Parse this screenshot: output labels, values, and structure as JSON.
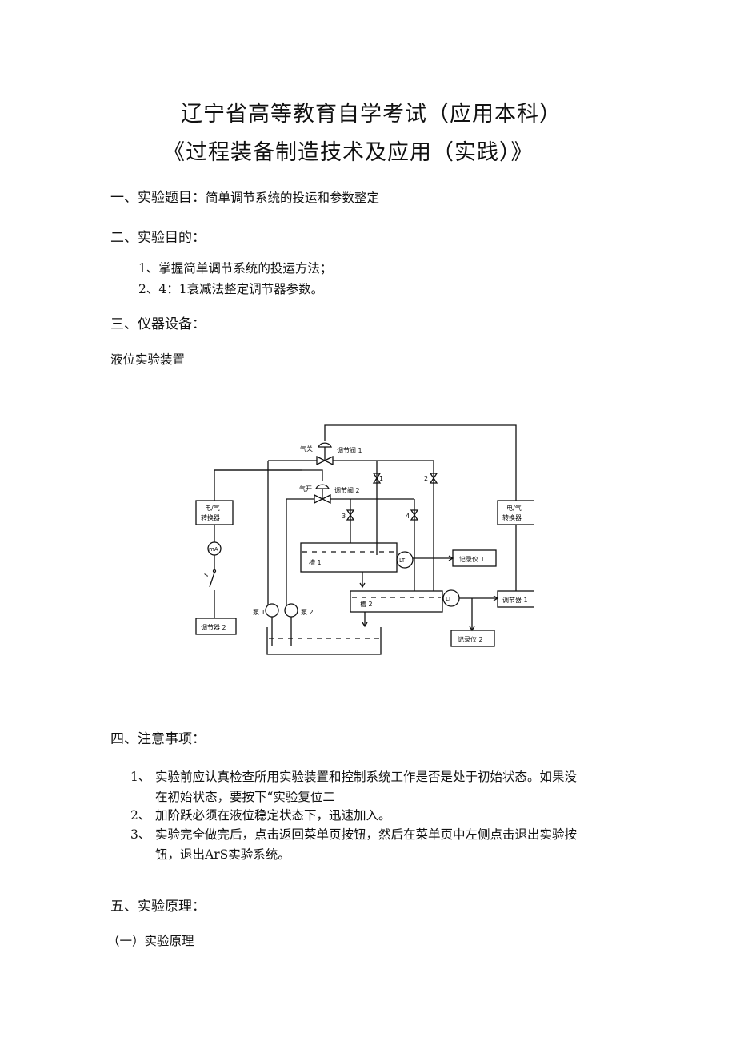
{
  "title_line1": "辽宁省高等教育自学考试（应用本科）",
  "title_line2": "《过程装备制造技术及应用（实践）》",
  "section1": {
    "label": "一、实验题目：",
    "text": "简单调节系统的投运和参数整定"
  },
  "section2": {
    "label": "二、实验目的：",
    "items": [
      "1、掌握简单调节系统的投运方法；",
      "2、4：1衰减法整定调节器参数。"
    ]
  },
  "section3": {
    "label": "三、仪器设备：",
    "text": "液位实验装置"
  },
  "diagram": {
    "valve1": "调节阀 1",
    "valve1_type": "气关",
    "valve2": "调节阀 2",
    "valve2_type": "气开",
    "converter_left": [
      "电/气",
      "转换器"
    ],
    "converter_right": [
      "电/气",
      "转换器"
    ],
    "meter": "mA",
    "switch": "S",
    "controller2": "调节器 2",
    "controller1": "调节器 1",
    "tank1": "槽 1",
    "tank2": "槽 2",
    "pump1": "泵 1",
    "pump2": "泵 2",
    "recorder1": "记录仪 1",
    "recorder2": "记录仪 2",
    "lt": "LT",
    "hand_valves": [
      "1",
      "2",
      "3",
      "4"
    ]
  },
  "section4": {
    "label": "四、注意事项：",
    "items": [
      {
        "num": "1、",
        "lines": [
          "实验前应认真检查所用实验装置和控制系统工作是否是处于初始状态。如果没",
          "在初始状态，要按下“实验复位二"
        ]
      },
      {
        "num": "2、",
        "lines": [
          "加阶跃必须在液位稳定状态下，迅速加入。"
        ]
      },
      {
        "num": "3、",
        "lines": [
          "实验完全做完后，点击返回菜单页按钮，然后在菜单页中左侧点击退出实验按",
          "钮，退出ArS实验系统。"
        ]
      }
    ]
  },
  "section5": {
    "label": "五、实验原理：",
    "sub": "（一）实验原理"
  }
}
